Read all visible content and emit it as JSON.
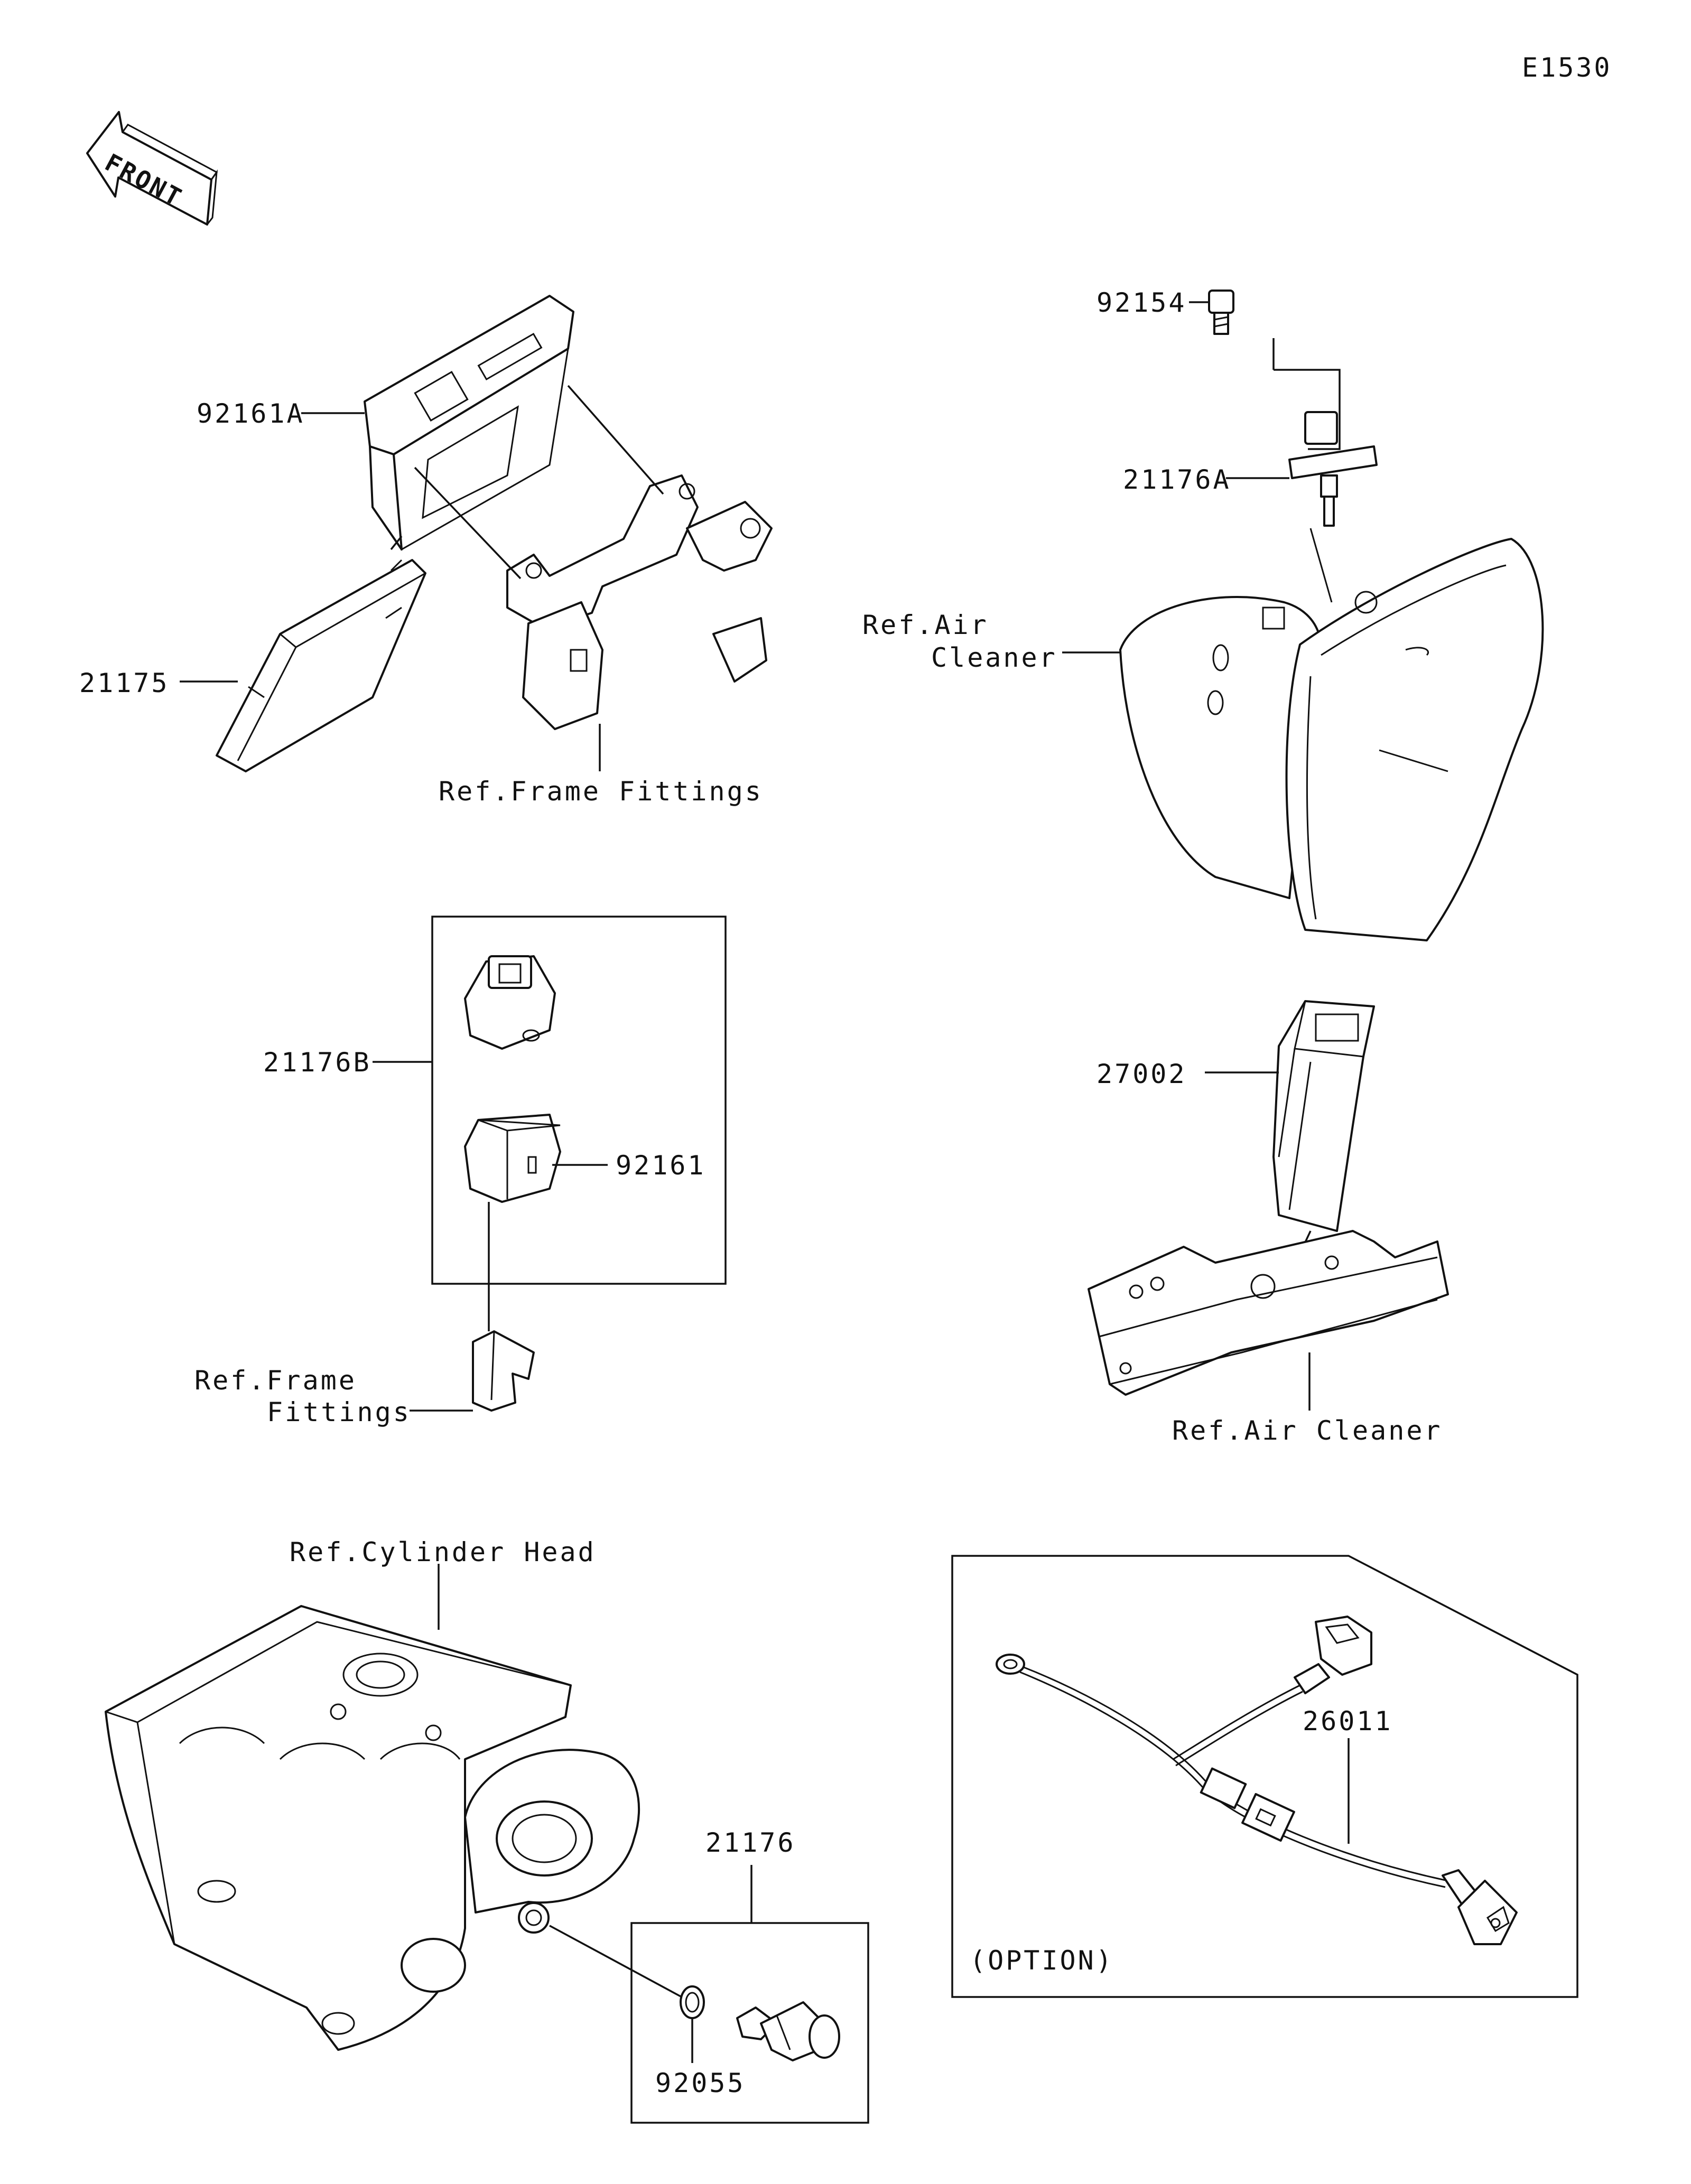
{
  "diagram_code": "E1530",
  "front_label": "FRONT",
  "labels": {
    "p92161A": "92161A",
    "p21175": "21175",
    "ref_frame_fittings_top": "Ref.Frame Fittings",
    "p92154": "92154",
    "p21176A": "21176A",
    "ref_air_cleaner_1a": "Ref.Air",
    "ref_air_cleaner_1b": "Cleaner",
    "p21176B": "21176B",
    "p92161": "92161",
    "ref_frame_fittings_2a": "Ref.Frame",
    "ref_frame_fittings_2b": "Fittings",
    "p27002": "27002",
    "ref_air_cleaner_2": "Ref.Air Cleaner",
    "ref_cylinder_head": "Ref.Cylinder Head",
    "p21176": "21176",
    "p92055": "92055",
    "p26011": "26011",
    "option": "(OPTION)"
  }
}
